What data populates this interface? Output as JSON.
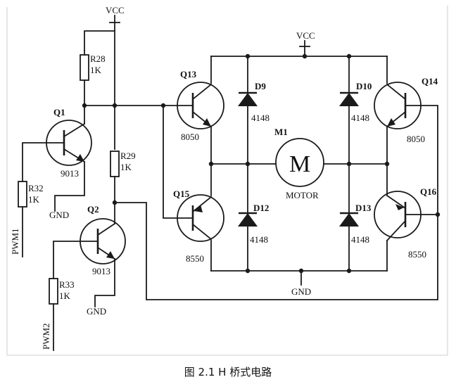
{
  "supply": {
    "vcc_left": "VCC",
    "vcc_bridge": "VCC",
    "gnd_q1": "GND",
    "gnd_q2": "GND",
    "gnd_bridge": "GND"
  },
  "resistors": {
    "r28": {
      "ref": "R28",
      "value": "1K"
    },
    "r29": {
      "ref": "R29",
      "value": "1K"
    },
    "r32": {
      "ref": "R32",
      "value": "1K"
    },
    "r33": {
      "ref": "R33",
      "value": "1K"
    }
  },
  "transistors": {
    "q1": {
      "ref": "Q1",
      "part": "9013"
    },
    "q2": {
      "ref": "Q2",
      "part": "9013"
    },
    "q13": {
      "ref": "Q13",
      "part": "8050"
    },
    "q14": {
      "ref": "Q14",
      "part": "8050"
    },
    "q15": {
      "ref": "Q15",
      "part": "8550"
    },
    "q16": {
      "ref": "Q16",
      "part": "8550"
    }
  },
  "diodes": {
    "d9": {
      "ref": "D9",
      "part": "4148"
    },
    "d10": {
      "ref": "D10",
      "part": "4148"
    },
    "d12": {
      "ref": "D12",
      "part": "4148"
    },
    "d13": {
      "ref": "D13",
      "part": "4148"
    }
  },
  "motor": {
    "ref": "M1",
    "symbol": "M",
    "label": "MOTOR"
  },
  "inputs": {
    "pwm1": "PWM1",
    "pwm2": "PWM2"
  },
  "caption": "图 2.1 H 桥式电路"
}
